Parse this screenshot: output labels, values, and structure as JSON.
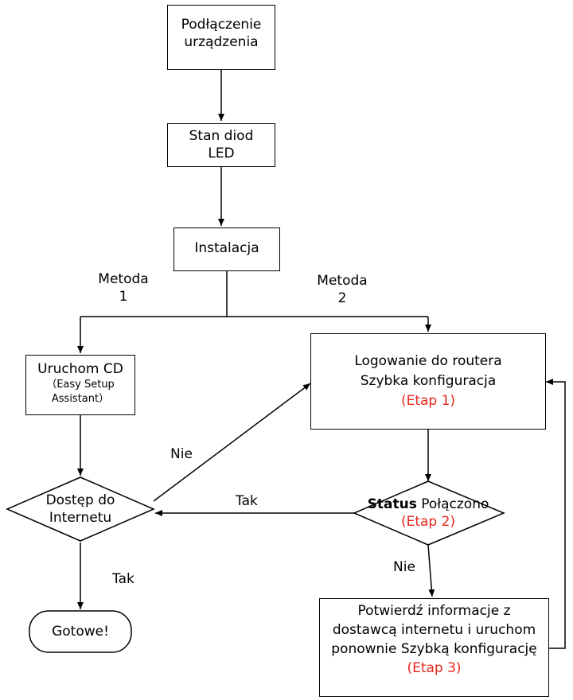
{
  "nodes": {
    "connect": [
      "Podłączenie",
      "urządzenia"
    ],
    "leds": [
      "Stan diod",
      "LED"
    ],
    "install": "Instalacja",
    "run_cd": {
      "title": "Uruchom CD",
      "sub": [
        "（Easy Setup",
        "Assistant）"
      ]
    },
    "login": {
      "lines": [
        "Logowanie do routera",
        "Szybka konfiguracja"
      ],
      "step_open": "(",
      "step": "Etap 1",
      "step_close": ")"
    },
    "internet_access": [
      "Dostęp do",
      "Internetu"
    ],
    "status": {
      "bold": "Status",
      "text": " Połączono",
      "step_open": "(",
      "step": "Etap 2",
      "step_close": ")"
    },
    "confirm": {
      "lines": [
        "Potwierdź informacje z",
        "dostawcą internetu i uruchom",
        "ponownie Szybką konfigurację"
      ],
      "step_open": "(",
      "step": "Etap 3",
      "step_close": ")"
    },
    "done": "Gotowe!"
  },
  "edges": {
    "method1": [
      "Metoda",
      "1"
    ],
    "method2": [
      "Metoda",
      "2"
    ],
    "no_to_login": "Nie",
    "yes_to_access": "Tak",
    "no_to_confirm": "Nie",
    "yes_to_done": "Tak"
  },
  "colors": {
    "line": "#000000",
    "step_text": "#e8261c"
  }
}
